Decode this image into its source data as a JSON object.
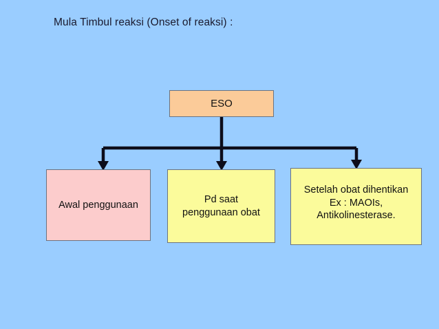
{
  "slide": {
    "background_color": "#9ACDFF",
    "title": "Mula Timbul reaksi (Onset of reaksi) :"
  },
  "diagram": {
    "type": "flowchart",
    "root": {
      "id": "eso",
      "label": "ESO",
      "fill_color": "#FBCB99",
      "border_color": "#6b7280"
    },
    "children": [
      {
        "id": "awal",
        "label": "Awal penggunaan",
        "fill_color": "#FCCCCC",
        "border_color": "#6b7280"
      },
      {
        "id": "pd-saat",
        "label": "Pd saat\npenggunaan obat",
        "fill_color": "#FBFB9B",
        "border_color": "#6b7280"
      },
      {
        "id": "setelah",
        "label": "Setelah obat dihentikan\nEx : MAOIs,\nAntikolinesterase.",
        "fill_color": "#FBFB9B",
        "border_color": "#6b7280"
      }
    ],
    "connector": {
      "color": "#0d0d1a",
      "style": "orthogonal-split-three-arrows"
    }
  }
}
